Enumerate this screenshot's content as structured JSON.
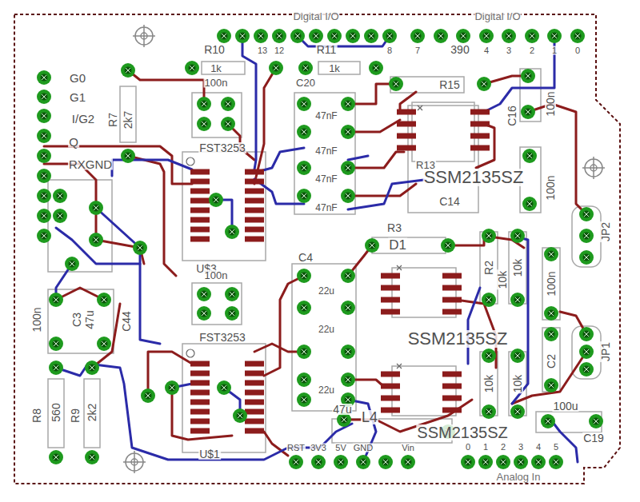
{
  "diagram": {
    "labels": [
      "Digital I/O",
      "Digital I/O",
      "R10",
      "1k",
      "13",
      "12",
      "R11",
      "1k",
      "8",
      "7",
      "390",
      "4",
      "3",
      "2",
      "1",
      "0",
      "R15",
      "100n",
      "C20",
      "C16",
      "100n",
      "G0",
      "G1",
      "I/G2",
      "Q",
      "RXGND",
      "R7",
      "2k7",
      "FST3253",
      "U$3",
      "47nF",
      "47nF",
      "47nF",
      "47nF",
      "R13",
      "SSM2135SZ",
      "C14",
      "100n",
      "R3",
      "D1",
      "C4",
      "100n",
      "22u",
      "22u",
      "FST3253",
      "SSM2135SZ",
      "R2",
      "10k",
      "10k",
      "100n",
      "JP2",
      "JP1",
      "100n",
      "C3",
      "47u",
      "C44",
      "R8",
      "560",
      "R9",
      "2k2",
      "U$1",
      "22u",
      "47u",
      "L4",
      "SSM2135SZ",
      "10k",
      "10k",
      "C2",
      "100u",
      "C19",
      "RST",
      "3V3",
      "5V",
      "GND",
      "Vin",
      "0",
      "1",
      "2",
      "3",
      "4",
      "5",
      "Analog In"
    ]
  }
}
